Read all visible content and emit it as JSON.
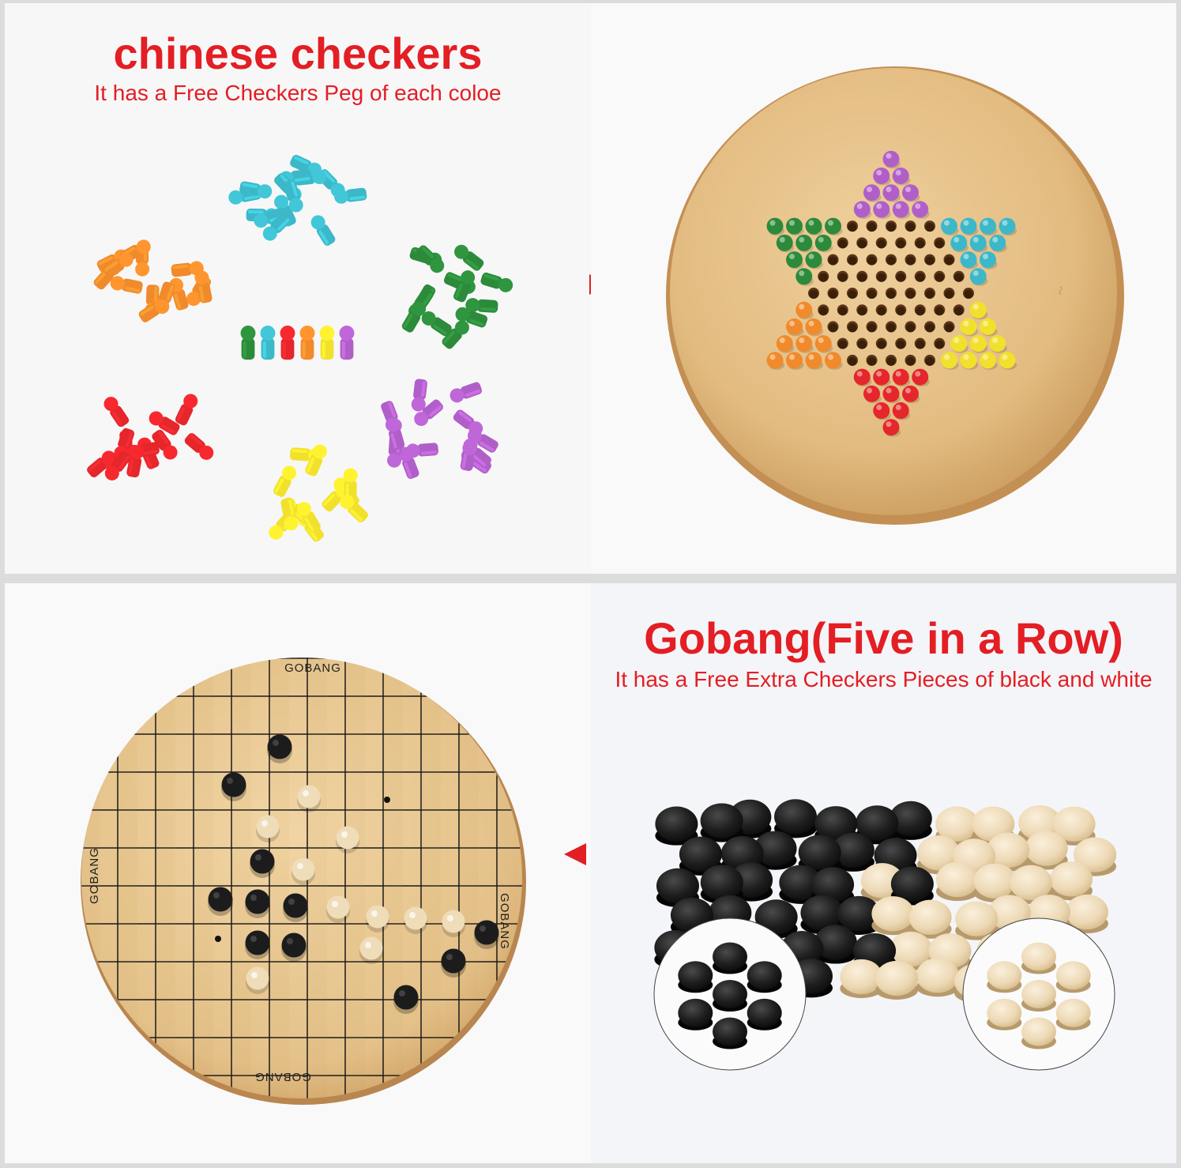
{
  "checkers_panel": {
    "title": "chinese checkers",
    "subtitle": "It has a Free Checkers Peg of each coloe"
  },
  "gobang_panel": {
    "title": "Gobang(Five in a Row)",
    "subtitle": "It has a Free Extra Checkers Pieces of black and white"
  },
  "gobang_board": {
    "label_top": "GOBANG",
    "label_left": "GOBANG",
    "label_right": "GOBANG",
    "label_bottom": "GOBANG"
  },
  "colors": {
    "accent": "#e31e24",
    "wood": "#e6c289",
    "orange": "#f08a2b",
    "cyan": "#3cb8c8",
    "green": "#2c8a3a",
    "purple": "#b15fc8",
    "red": "#e5262b",
    "yellow": "#f2e12c",
    "black_stone": "#1c1c1c",
    "white_stone": "#efdcb9"
  }
}
